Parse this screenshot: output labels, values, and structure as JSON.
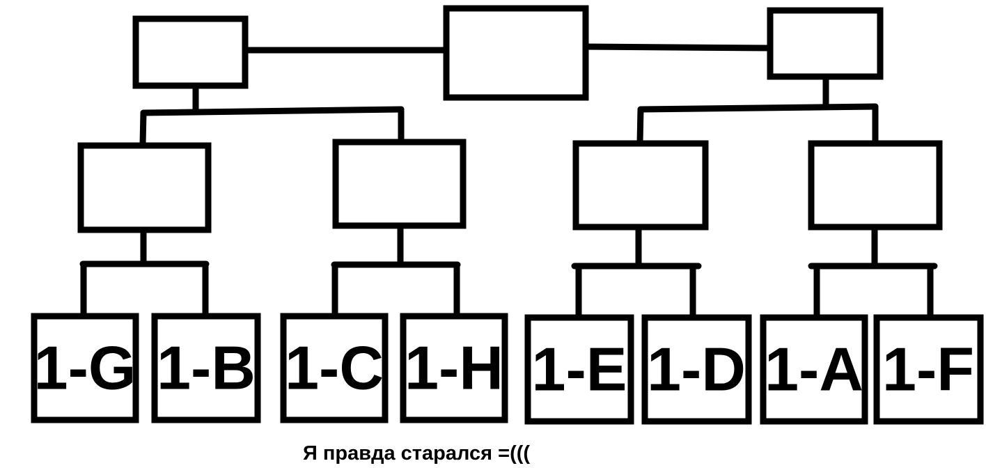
{
  "teams": [
    "1-G",
    "1-B",
    "1-C",
    "1-H",
    "1-E",
    "1-D",
    "1-A",
    "1-F"
  ],
  "caption": "Я правда старался =((("
}
